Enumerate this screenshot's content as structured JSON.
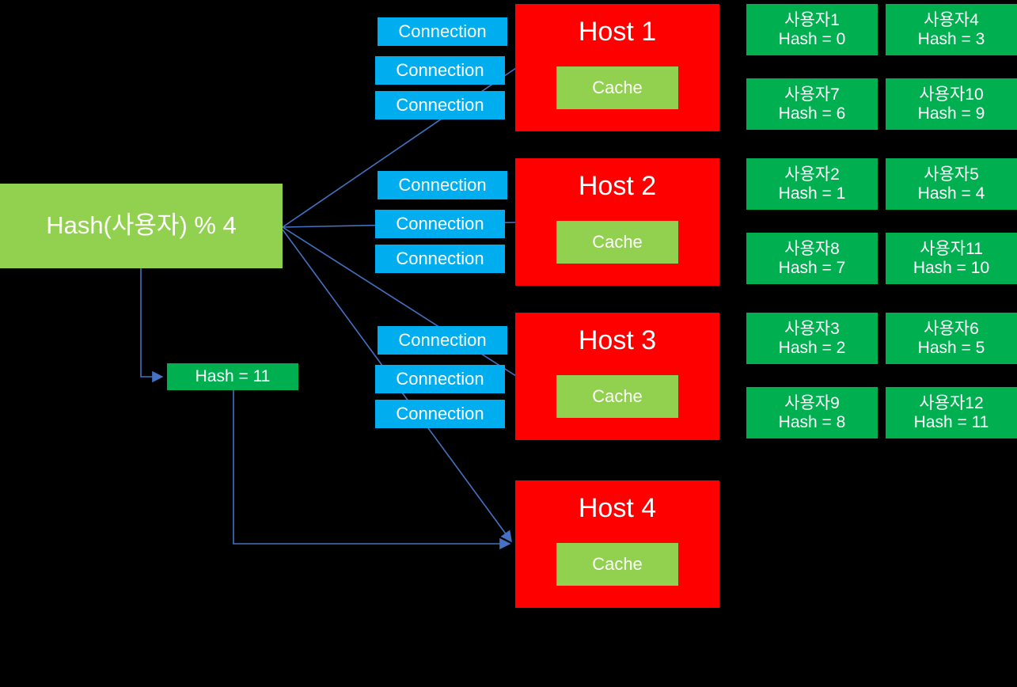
{
  "diagram": {
    "title": "Hash-based sharding to 4 hosts",
    "background_color": "#000000",
    "colors": {
      "router_green": "#92D050",
      "card_green": "#00B050",
      "host_red": "#FF0000",
      "connection_blue": "#00AEEF",
      "wire_blue": "#4472C4",
      "text_white": "#FFFFFF"
    }
  },
  "router": {
    "label": "Hash(사용자) % 4"
  },
  "overflow": {
    "label": "Hash = 11"
  },
  "connection_groups": [
    {
      "host_key": "host1",
      "items": [
        {
          "label": "Connection"
        },
        {
          "label": "Connection"
        },
        {
          "label": "Connection"
        }
      ]
    },
    {
      "host_key": "host2",
      "items": [
        {
          "label": "Connection"
        },
        {
          "label": "Connection"
        },
        {
          "label": "Connection"
        }
      ]
    },
    {
      "host_key": "host3",
      "items": [
        {
          "label": "Connection"
        },
        {
          "label": "Connection"
        },
        {
          "label": "Connection"
        }
      ]
    }
  ],
  "hosts": [
    {
      "title": "Host 1",
      "cache_label": "Cache"
    },
    {
      "title": "Host 2",
      "cache_label": "Cache"
    },
    {
      "title": "Host 3",
      "cache_label": "Cache"
    },
    {
      "title": "Host 4",
      "cache_label": "Cache"
    }
  ],
  "user_cards": [
    {
      "user": "사용자1",
      "hash": "Hash = 0"
    },
    {
      "user": "사용자4",
      "hash": "Hash = 3"
    },
    {
      "user": "사용자7",
      "hash": "Hash = 6"
    },
    {
      "user": "사용자10",
      "hash": "Hash = 9"
    },
    {
      "user": "사용자2",
      "hash": "Hash = 1"
    },
    {
      "user": "사용자5",
      "hash": "Hash = 4"
    },
    {
      "user": "사용자8",
      "hash": "Hash = 7"
    },
    {
      "user": "사용자11",
      "hash": "Hash = 10"
    },
    {
      "user": "사용자3",
      "hash": "Hash = 2"
    },
    {
      "user": "사용자6",
      "hash": "Hash = 5"
    },
    {
      "user": "사용자9",
      "hash": "Hash = 8"
    },
    {
      "user": "사용자12",
      "hash": "Hash = 11"
    }
  ]
}
